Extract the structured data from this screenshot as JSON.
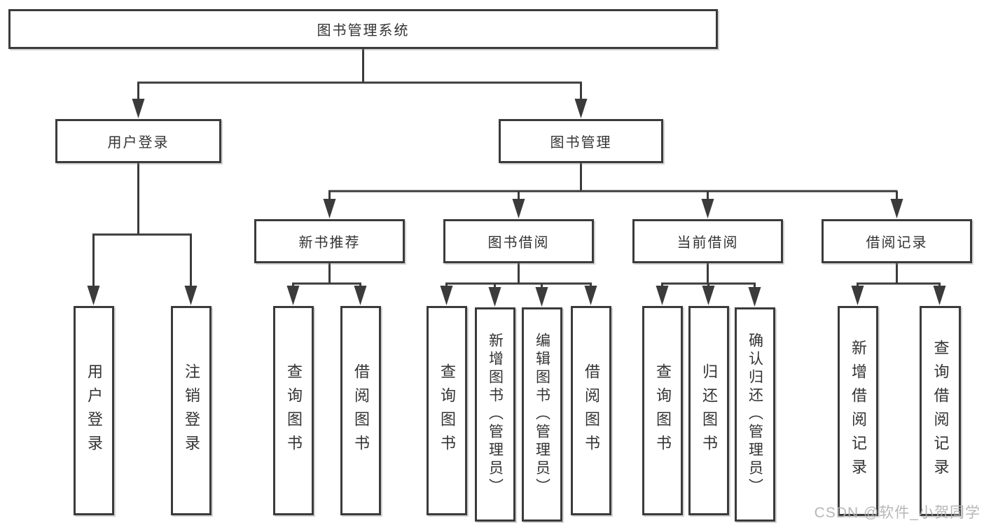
{
  "nodes": {
    "root": "图书管理系统",
    "l2": [
      "用户登录",
      "图书管理"
    ],
    "l2_children": [
      "用户登录",
      "注销登录"
    ],
    "l3": [
      "新书推荐",
      "图书借阅",
      "当前借阅",
      "借阅记录"
    ],
    "l3_children": [
      [
        "查询图书",
        "借阅图书"
      ],
      [
        "查询图书",
        "新增图书（管理员）",
        "编辑图书（管理员）",
        "借阅图书"
      ],
      [
        "查询图书",
        "归还图书",
        "确认归还（管理员）"
      ],
      [
        "新增借阅记录",
        "查询借阅记录"
      ]
    ]
  },
  "watermark": "CSDN @软件_小贺同学",
  "colors": {
    "line": "#3b3b3b",
    "box_border": "#3b3b3b",
    "text": "#333333",
    "background": "#ffffff",
    "watermark": "#b0b0b0"
  }
}
